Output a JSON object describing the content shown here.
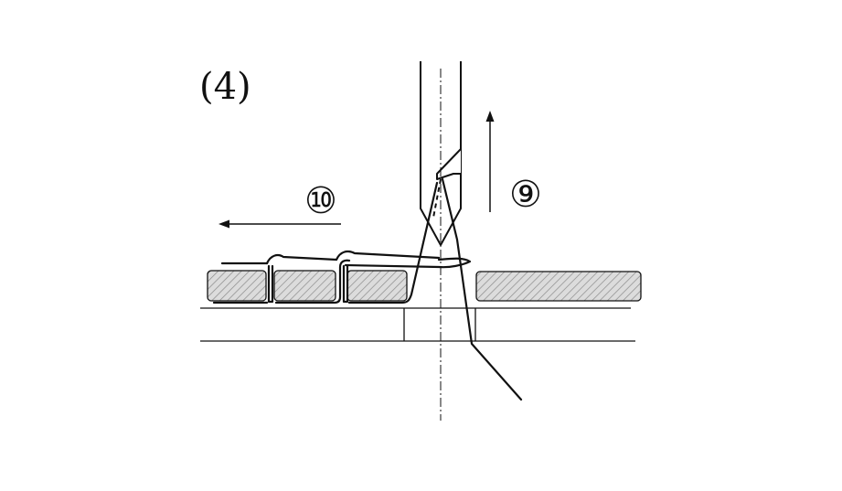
{
  "figure": {
    "step_label": "(4)",
    "needle_motion_label": "⑨",
    "feed_motion_label": "⑩"
  },
  "colors": {
    "line": "#111111",
    "hatch": "#8a8a8a",
    "fabric_fill": "#d6d6d6",
    "background": "#ffffff"
  }
}
